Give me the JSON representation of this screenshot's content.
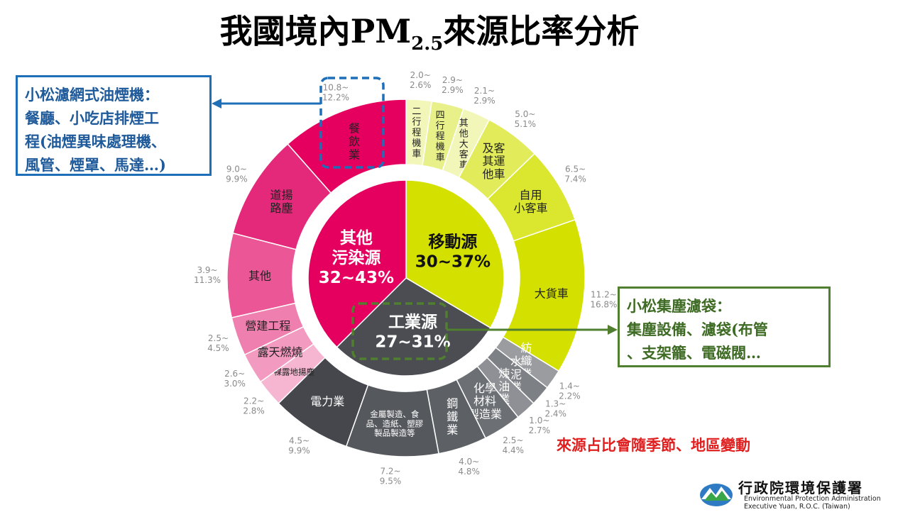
{
  "title": {
    "main": "我國境內PM",
    "sub": "2.5",
    "tail": "來源比率分析"
  },
  "chart_data": {
    "type": "pie",
    "title": "我國境內PM2.5來源比率分析",
    "inner_ring": [
      {
        "label_lines": [
          "其他",
          "污染源"
        ],
        "range": "32~43%",
        "low": 32,
        "high": 43,
        "color": "#e5005f"
      },
      {
        "label_lines": [
          "移動源"
        ],
        "range": "30~37%",
        "low": 30,
        "high": 37,
        "color": "#d4e000"
      },
      {
        "label_lines": [
          "工業源"
        ],
        "range": "27~31%",
        "low": 27,
        "high": 31,
        "color": "#4b4d52"
      }
    ],
    "outer_ring": [
      {
        "group": "mobile",
        "label_lines": [
          "二",
          "行",
          "程",
          "機",
          "車"
        ],
        "range": [
          "2.0~",
          "2.6%"
        ],
        "low": 2.0,
        "high": 2.6,
        "color": "#f2f6b8"
      },
      {
        "group": "mobile",
        "label_lines": [
          "四",
          "行",
          "程",
          "機",
          "車"
        ],
        "range": [
          "2.9~",
          "2.9%"
        ],
        "low": 2.9,
        "high": 2.9,
        "color": "#e8f08a"
      },
      {
        "group": "mobile",
        "label_lines": [
          "其",
          "他",
          "大",
          "客",
          "車"
        ],
        "range": [
          "2.1~",
          "2.9%"
        ],
        "low": 2.1,
        "high": 2.9,
        "color": "#f2f6b8"
      },
      {
        "group": "mobile",
        "label_lines": [
          "及客",
          "其運",
          "他車"
        ],
        "range": [
          "5.0~",
          "5.1%"
        ],
        "low": 5.0,
        "high": 5.1,
        "color": "#e2ec5a"
      },
      {
        "group": "mobile",
        "label_lines": [
          "自用",
          "小客車"
        ],
        "range": [
          "6.5~",
          "7.4%"
        ],
        "low": 6.5,
        "high": 7.4,
        "color": "#dae72e"
      },
      {
        "group": "mobile",
        "label_lines": [
          "大貨車"
        ],
        "range": [
          "11.2~",
          "16.8%"
        ],
        "low": 11.2,
        "high": 16.8,
        "color": "#d4e000"
      },
      {
        "group": "industry",
        "label_lines": [
          "紡",
          "織",
          "業"
        ],
        "range": [
          "1.4~",
          "2.2%"
        ],
        "low": 1.4,
        "high": 2.2,
        "color": "#9a9ca0"
      },
      {
        "group": "industry",
        "label_lines": [
          "水",
          "泥",
          "業"
        ],
        "range": [
          "1.3~",
          "2.4%"
        ],
        "low": 1.3,
        "high": 2.4,
        "color": "#7d8085"
      },
      {
        "group": "industry",
        "label_lines": [
          "煉",
          "油",
          "業"
        ],
        "range": [
          "1.0~",
          "2.7%"
        ],
        "low": 1.0,
        "high": 2.7,
        "color": "#8e9095"
      },
      {
        "group": "industry",
        "label_lines": [
          "化學",
          "材料",
          "製造業"
        ],
        "range": [
          "2.5~",
          "4.4%"
        ],
        "low": 2.5,
        "high": 4.4,
        "color": "#6c6f74"
      },
      {
        "group": "industry",
        "label_lines": [
          "鋼",
          "鐵",
          "業"
        ],
        "range": [
          "4.0~",
          "4.8%"
        ],
        "low": 4.0,
        "high": 4.8,
        "color": "#5d6065"
      },
      {
        "group": "industry",
        "label_lines": [
          "金屬製造、食",
          "品、造紙、塑膠",
          "製品製造等"
        ],
        "range": [
          "7.2~",
          "9.5%"
        ],
        "low": 7.2,
        "high": 9.5,
        "color": "#55585d"
      },
      {
        "group": "industry",
        "label_lines": [
          "電力業"
        ],
        "range": [
          "4.5~",
          "9.9%"
        ],
        "low": 4.5,
        "high": 9.9,
        "color": "#45474c"
      },
      {
        "group": "other",
        "label_lines": [
          "裸露地揚塵"
        ],
        "range": [
          "2.2~",
          "2.8%"
        ],
        "low": 2.2,
        "high": 2.8,
        "color": "#f6b5d0"
      },
      {
        "group": "other",
        "label_lines": [
          "露天燃燒"
        ],
        "range": [
          "2.6~",
          "3.0%"
        ],
        "low": 2.6,
        "high": 3.0,
        "color": "#f39ac0"
      },
      {
        "group": "other",
        "label_lines": [
          "營建工程"
        ],
        "range": [
          "2.5~",
          "4.5%"
        ],
        "low": 2.5,
        "high": 4.5,
        "color": "#ef7fae"
      },
      {
        "group": "other",
        "label_lines": [
          "其他"
        ],
        "range": [
          "3.9~",
          "11.3%"
        ],
        "low": 3.9,
        "high": 11.3,
        "color": "#ea5696"
      },
      {
        "group": "other",
        "label_lines": [
          "道揚",
          "路塵"
        ],
        "range": [
          "9.0~",
          "9.9%"
        ],
        "low": 9.0,
        "high": 9.9,
        "color": "#e4287a"
      },
      {
        "group": "other",
        "label_lines": [
          "餐",
          "飲",
          "業"
        ],
        "range": [
          "10.8~",
          "12.2%"
        ],
        "low": 10.8,
        "high": 12.2,
        "color": "#e5005f"
      }
    ]
  },
  "callouts": {
    "left": {
      "lines": [
        "小松濾網式油煙機：",
        "餐廳、小吃店排煙工",
        "程(油煙異味處理機、",
        "風管、煙罩、馬達…)"
      ],
      "color": "#1f6fb8"
    },
    "right": {
      "lines": [
        "小松集塵濾袋：",
        "集塵設備、濾袋(布管",
        "、支架籠、電磁閥…"
      ],
      "color": "#4f7f2f"
    }
  },
  "note": "來源占比會隨季節、地區變動",
  "logo": {
    "zh": "行政院環境保護署",
    "en_line1": "Environmental Protection Administration",
    "en_line2": "Executive Yuan, R.O.C. (Taiwan)"
  }
}
